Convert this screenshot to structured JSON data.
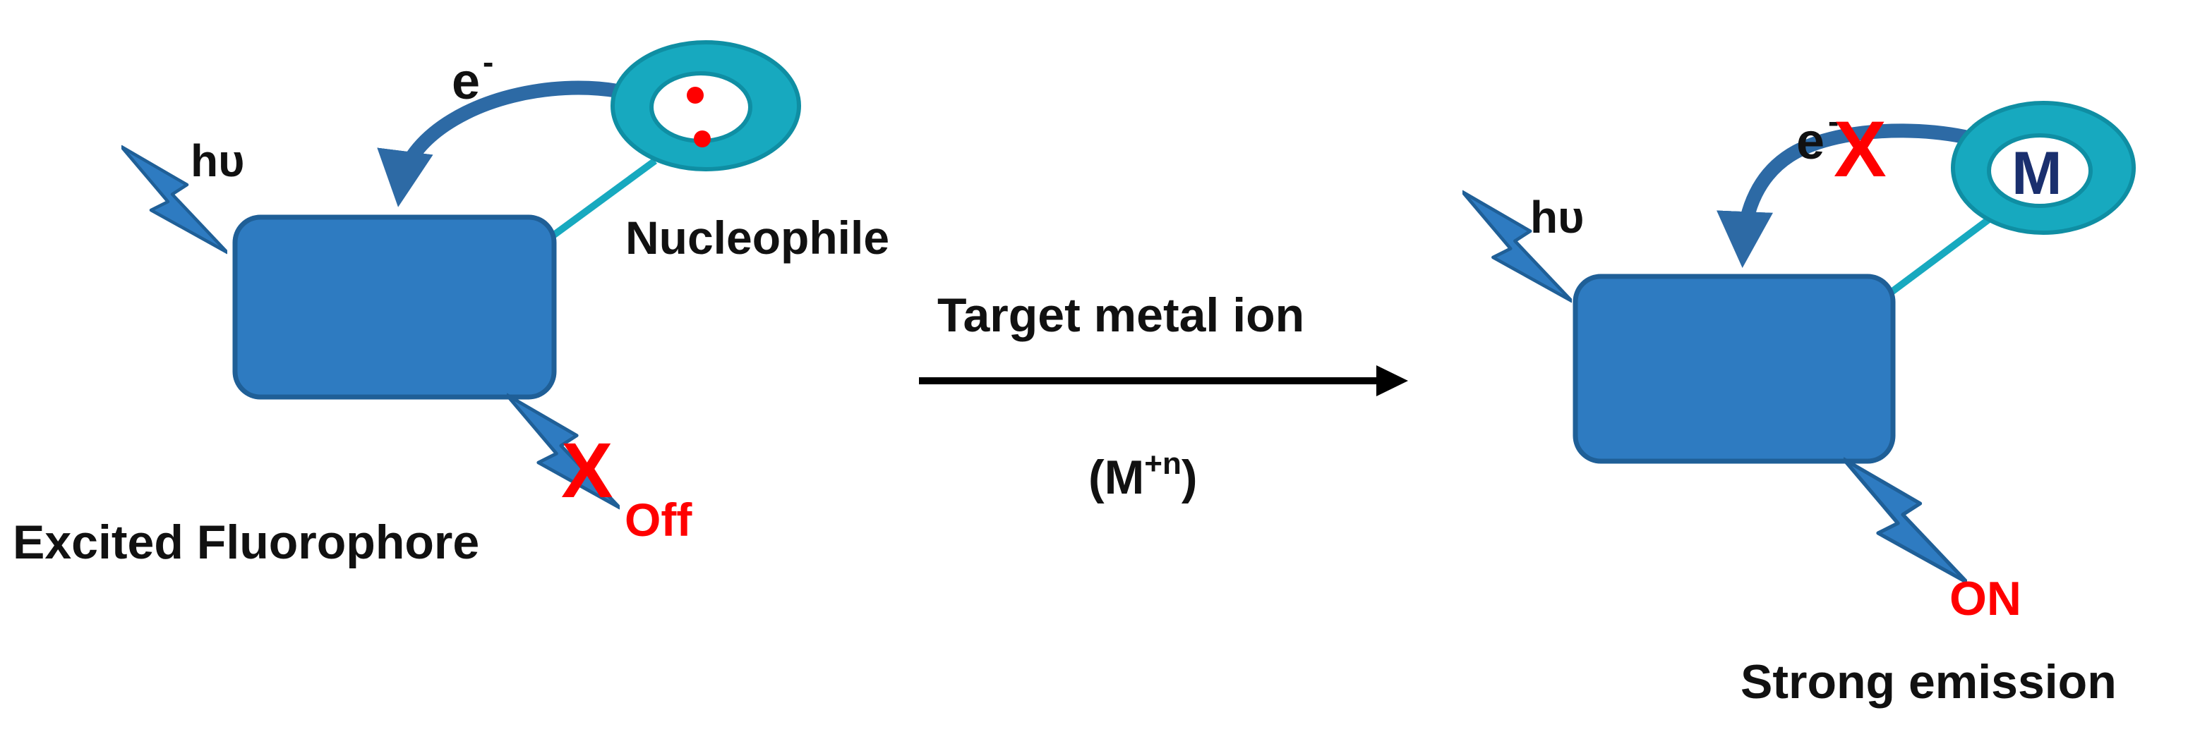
{
  "left_panel": {
    "hv_label": "hυ",
    "electron_label": "e",
    "electron_sup": "-",
    "receptor_label": "Nucleophile",
    "quench_mark": "X",
    "emission_state": "Off",
    "fluorophore_label": "Excited Fluorophore"
  },
  "center": {
    "reagent_label": "Target metal ion",
    "reagent_formula_open": "(M",
    "reagent_formula_sup": "+n",
    "reagent_formula_close": ")"
  },
  "right_panel": {
    "hv_label": "hυ",
    "electron_label": "e",
    "electron_sup": "-",
    "block_mark": "X",
    "metal_label": "M",
    "emission_state": "ON",
    "emission_label": "Strong emission"
  },
  "colors": {
    "fluorophore_fill": "#2e7bc1",
    "fluorophore_stroke": "#1f5f97",
    "ring_outer": "#17a9bf",
    "ring_inner": "#0f8ea3",
    "linker": "#17a9bf",
    "arrow_curve": "#2d6aa5",
    "lightning": "#2e7bc1",
    "accent_red": "#ff0000",
    "metal_text": "#1a2f6e",
    "reaction_arrow": "#000000"
  },
  "icons": {
    "excitation_left": "lightning-bolt-icon",
    "emission_left": "lightning-bolt-icon",
    "excitation_right": "lightning-bolt-icon",
    "emission_right": "lightning-bolt-icon"
  }
}
